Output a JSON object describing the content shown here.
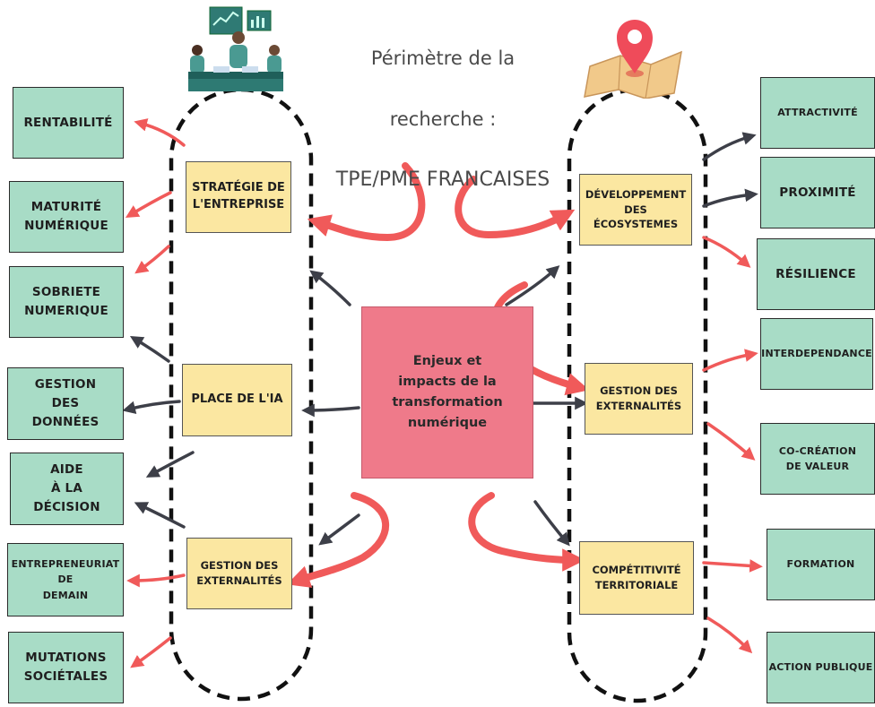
{
  "title": {
    "line1": "Périmètre de la",
    "line2": "recherche :",
    "line3": "TPE/PME FRANCAISES"
  },
  "center": {
    "label": "Enjeux et\nimpacts de la\ntransformation\nnumérique"
  },
  "left_axes": {
    "strategie": "STRATÉGIE DE\nL'ENTREPRISE",
    "ia": "PLACE DE L'IA",
    "externalites": "GESTION DES\nEXTERNALITÉS"
  },
  "right_axes": {
    "ecosystemes": "DÉVELOPPEMENT\nDES\nÉCOSYSTEMES",
    "externalites": "GESTION DES\nEXTERNALITÉS",
    "competitivite": "COMPÉTITIVITÉ\nTERRITORIALE"
  },
  "left_topics": {
    "rentabilite": "RENTABILITÉ",
    "maturite": "MATURITÉ\nNUMÉRIQUE",
    "sobriete": "SOBRIETE\nNUMERIQUE",
    "donnees": "GESTION\nDES\nDONNÉES",
    "decision": "AIDE\nÀ LA\nDÉCISION",
    "entrepreneuriat": "ENTREPRENEURIAT\nDE\nDEMAIN",
    "mutations": "MUTATIONS\nSOCIÉTALES"
  },
  "right_topics": {
    "attractivite": "ATTRACTIVITÉ",
    "proximite": "PROXIMITÉ",
    "resilience": "RÉSILIENCE",
    "interdependance": "INTERDEPENDANCE",
    "cocreation": "CO-CRÉATION\nDE VALEUR",
    "formation": "FORMATION",
    "action": "ACTION PUBLIQUE"
  },
  "colors": {
    "green": "#a8dcc6",
    "yellow": "#fbe7a1",
    "pink": "#ef7a8a",
    "red_arrow": "#f05a5a",
    "dark_arrow": "#3d3f48",
    "pin": "#ef4b5a",
    "map": "#f1c98a"
  },
  "icons": {
    "team": "team-meeting-illustration",
    "map": "map-pin-illustration"
  }
}
